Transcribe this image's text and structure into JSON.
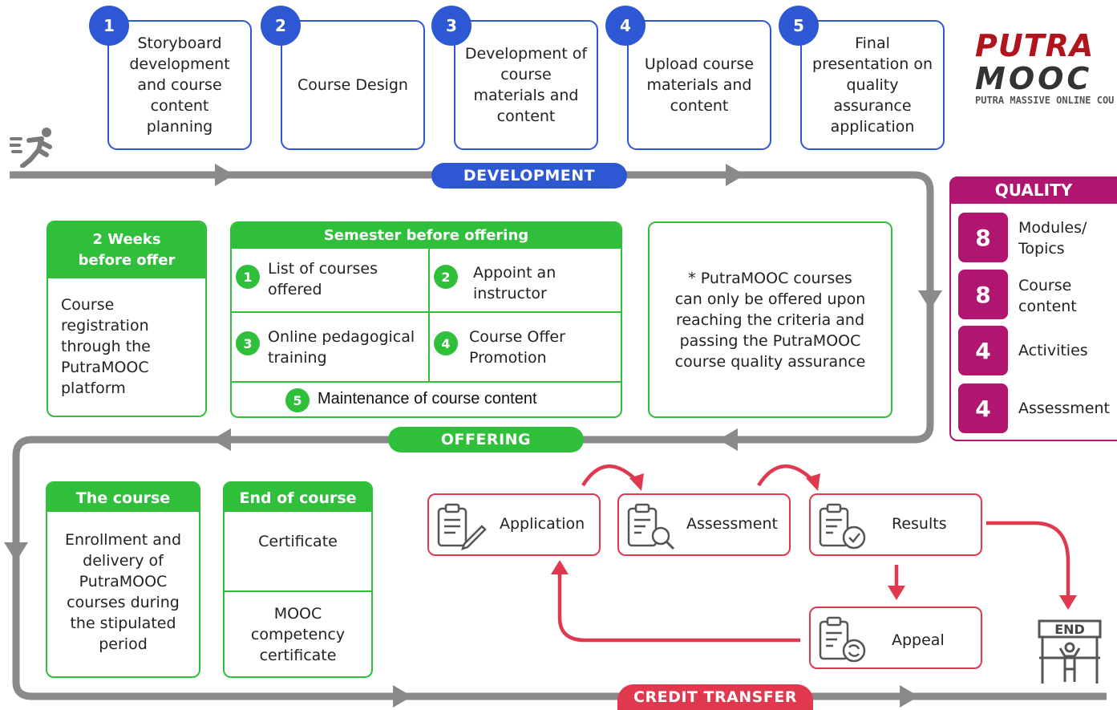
{
  "development": {
    "phase_label": "DEVELOPMENT",
    "steps": [
      {
        "num": "1",
        "label": "Storyboard development and course content planning"
      },
      {
        "num": "2",
        "label": "Course Design"
      },
      {
        "num": "3",
        "label": "Development of course materials and content"
      },
      {
        "num": "4",
        "label": "Upload course materials and content"
      },
      {
        "num": "5",
        "label": "Final presentation on quality assurance application"
      }
    ]
  },
  "logo": {
    "line1": "PUTRA",
    "line2": "MOOC",
    "tagline": "PUTRA MASSIVE ONLINE COU"
  },
  "quality": {
    "title": "QUALITY",
    "items": [
      {
        "count": "8",
        "label": "Modules/ Topics"
      },
      {
        "count": "8",
        "label": "Course content"
      },
      {
        "count": "4",
        "label": "Activities"
      },
      {
        "count": "4",
        "label": "Assessment"
      }
    ]
  },
  "offering": {
    "phase_label": "OFFERING",
    "two_weeks": {
      "title": "2 Weeks before offer",
      "body": "Course registration through the PutraMOOC platform"
    },
    "semester": {
      "title": "Semester before offering",
      "items": [
        {
          "num": "1",
          "label": "List of courses offered"
        },
        {
          "num": "2",
          "label": "Appoint an instructor"
        },
        {
          "num": "3",
          "label": "Online pedagogical training"
        },
        {
          "num": "4",
          "label": "Course Offer Promotion"
        },
        {
          "num": "5",
          "label": "Maintenance of course content"
        }
      ]
    },
    "note": "* PutraMOOC courses can only be offered upon reaching the criteria and passing the PutraMOOC course quality assurance"
  },
  "course": {
    "begins": {
      "title": "The course begins",
      "body": "Enrollment and delivery of PutraMOOC courses during the stipulated period"
    },
    "end": {
      "title": "End of course",
      "certificate": "Certificate",
      "competency": "MOOC competency certificate"
    }
  },
  "credit_transfer": {
    "phase_label": "CREDIT TRANSFER",
    "steps": {
      "application": "Application",
      "assessment": "Assessment",
      "results": "Results",
      "appeal": "Appeal"
    },
    "end_label": "END"
  },
  "colors": {
    "development_blue": "#2d57d3",
    "offering_green": "#2fbf3a",
    "credit_red": "#e0394f",
    "quality_magenta": "#b0166f",
    "track_gray": "#8a8a8a"
  }
}
